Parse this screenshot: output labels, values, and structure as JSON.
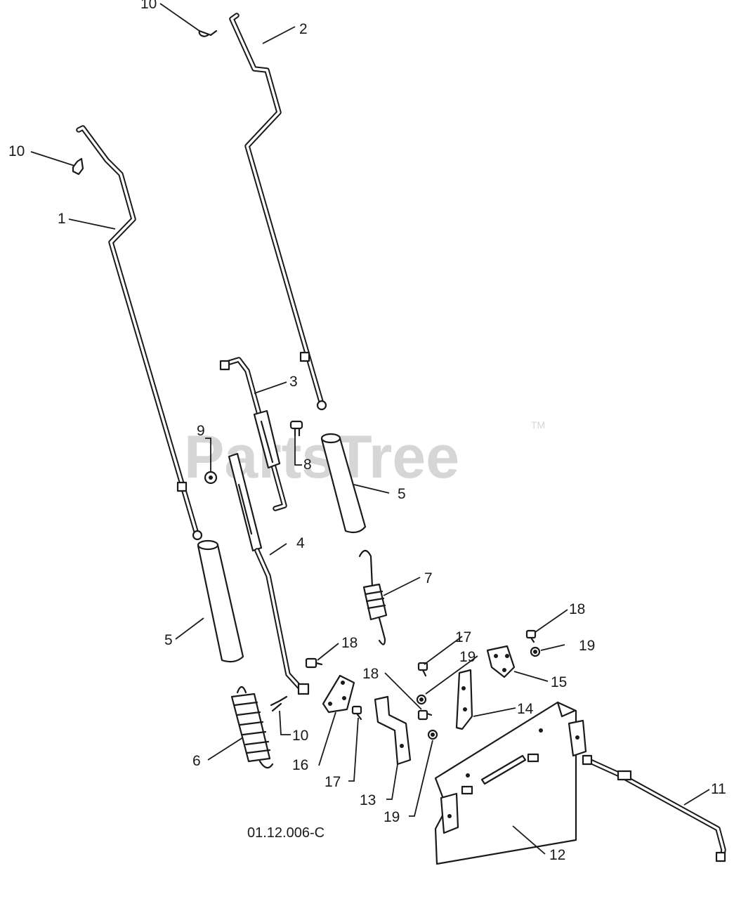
{
  "diagram": {
    "figure_number": "01.12.006-C",
    "watermark": "PartsTree",
    "watermark_tm": "TM",
    "callouts": {
      "c1": "1",
      "c2": "2",
      "c3": "3",
      "c4": "4",
      "c5a": "5",
      "c5b": "5",
      "c6": "6",
      "c7": "7",
      "c8": "8",
      "c9": "9",
      "c10a": "10",
      "c10b": "10",
      "c10c": "10",
      "c11": "11",
      "c12": "12",
      "c13": "13",
      "c14": "14",
      "c15": "15",
      "c16": "16",
      "c17a": "17",
      "c17b": "17",
      "c18a": "18",
      "c18b": "18",
      "c18c": "18",
      "c19a": "19",
      "c19b": "19",
      "c19c": "19"
    }
  }
}
